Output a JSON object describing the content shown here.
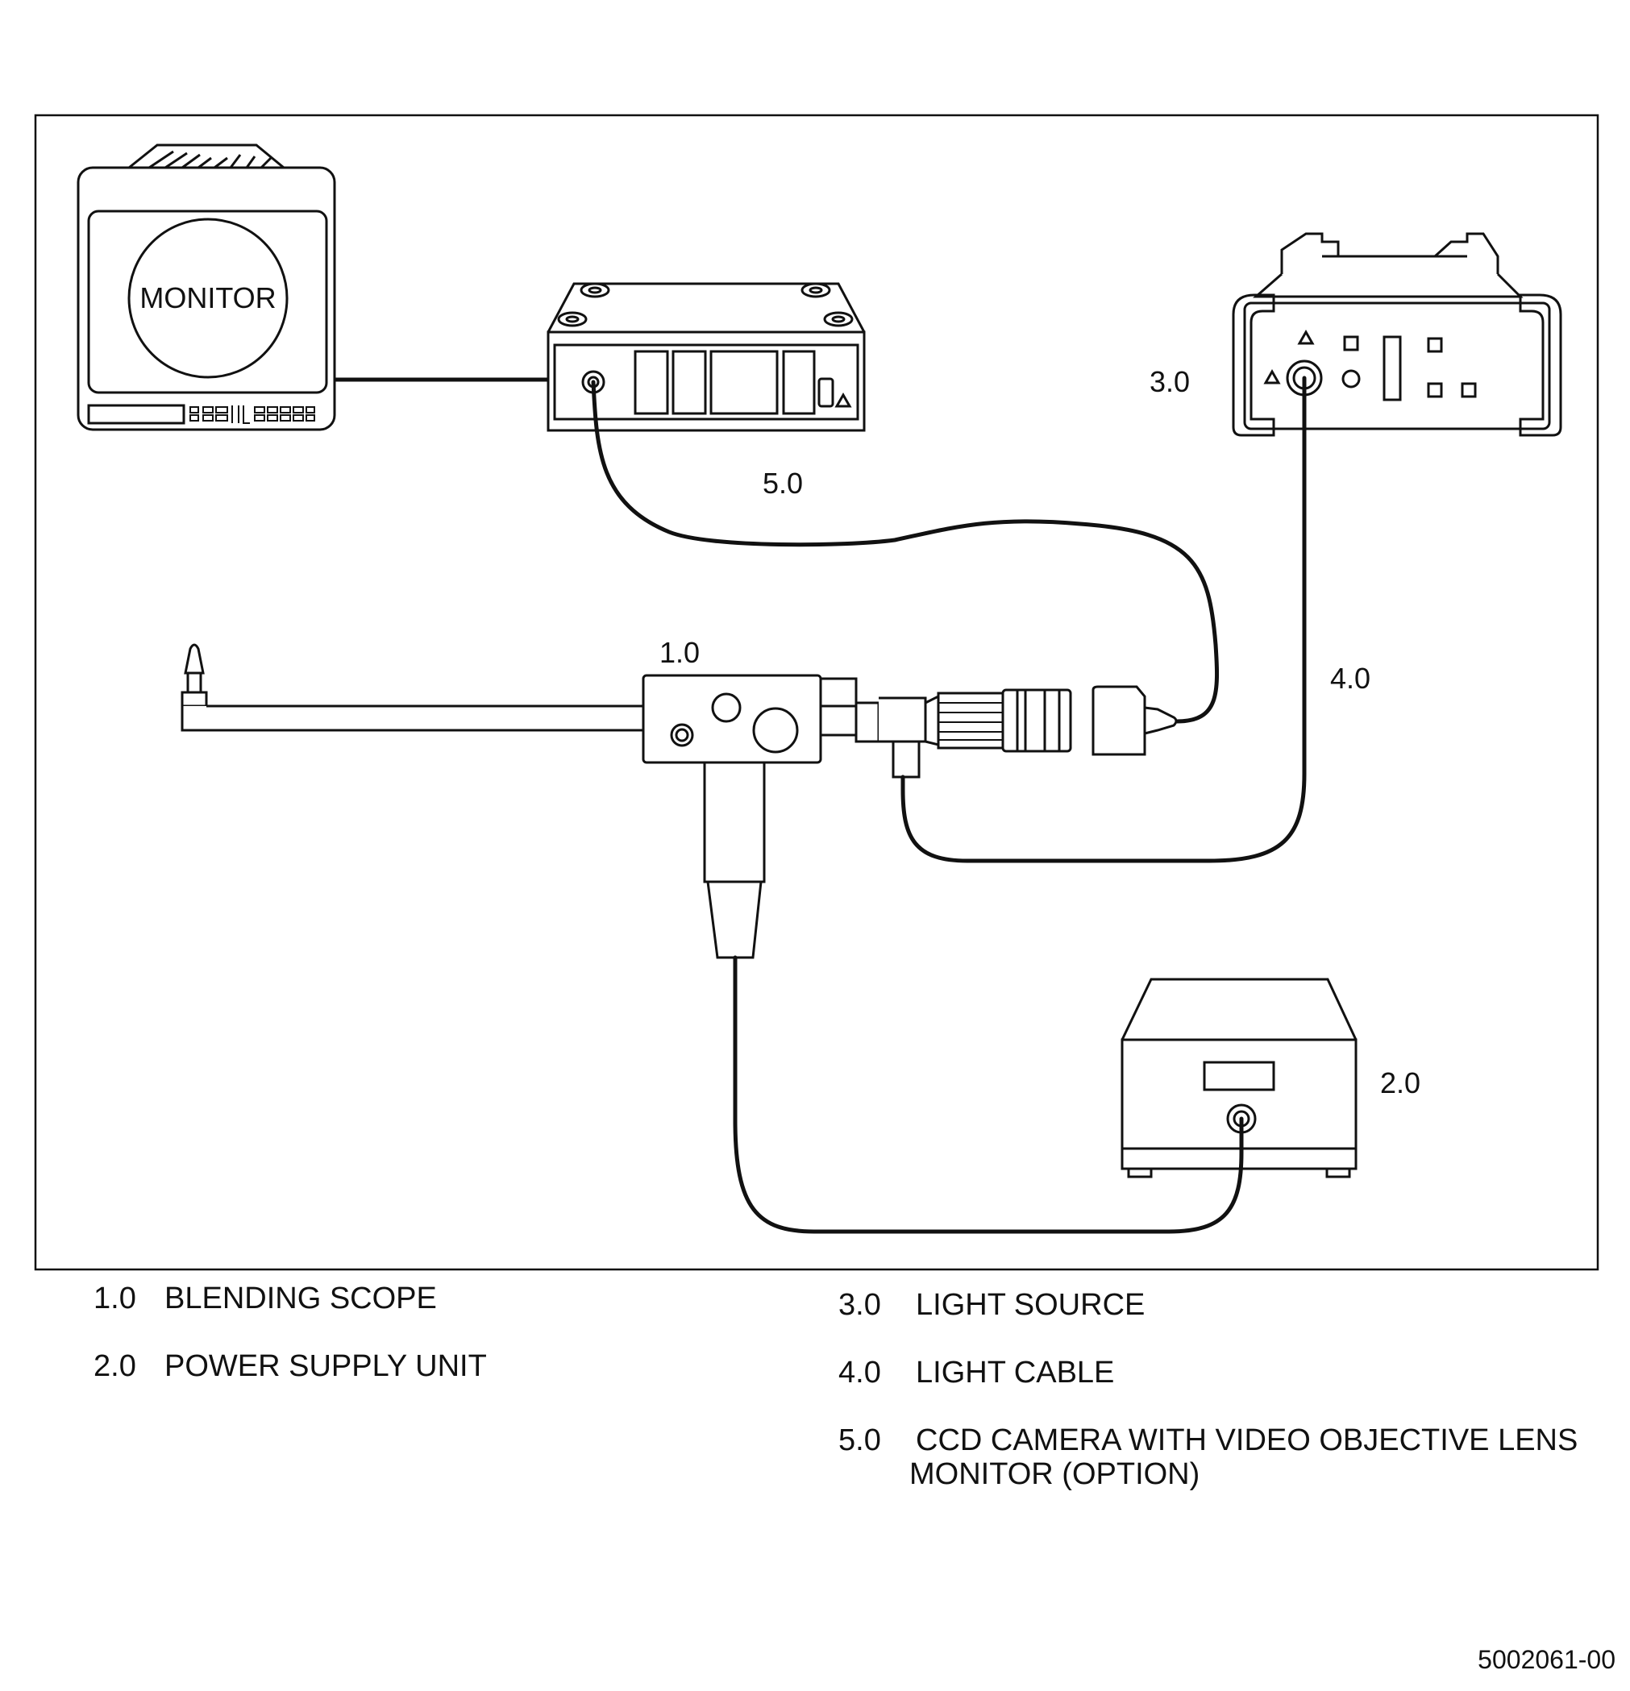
{
  "diagram": {
    "monitor_screen_label": "MONITOR",
    "callouts": {
      "scope": "1.0",
      "power_supply": "2.0",
      "light_source": "3.0",
      "light_cable": "4.0",
      "ccd_camera": "5.0"
    }
  },
  "legend": {
    "items": [
      {
        "number": "1.0",
        "text": "BLENDING SCOPE"
      },
      {
        "number": "2.0",
        "text": "POWER SUPPLY UNIT"
      },
      {
        "number": "3.0",
        "text": "LIGHT SOURCE"
      },
      {
        "number": "4.0",
        "text": "LIGHT CABLE"
      },
      {
        "number": "5.0",
        "text": "CCD CAMERA WITH VIDEO OBJECTIVE LENS",
        "text_line2": "MONITOR (OPTION)"
      }
    ]
  },
  "document_number": "5002061-00"
}
